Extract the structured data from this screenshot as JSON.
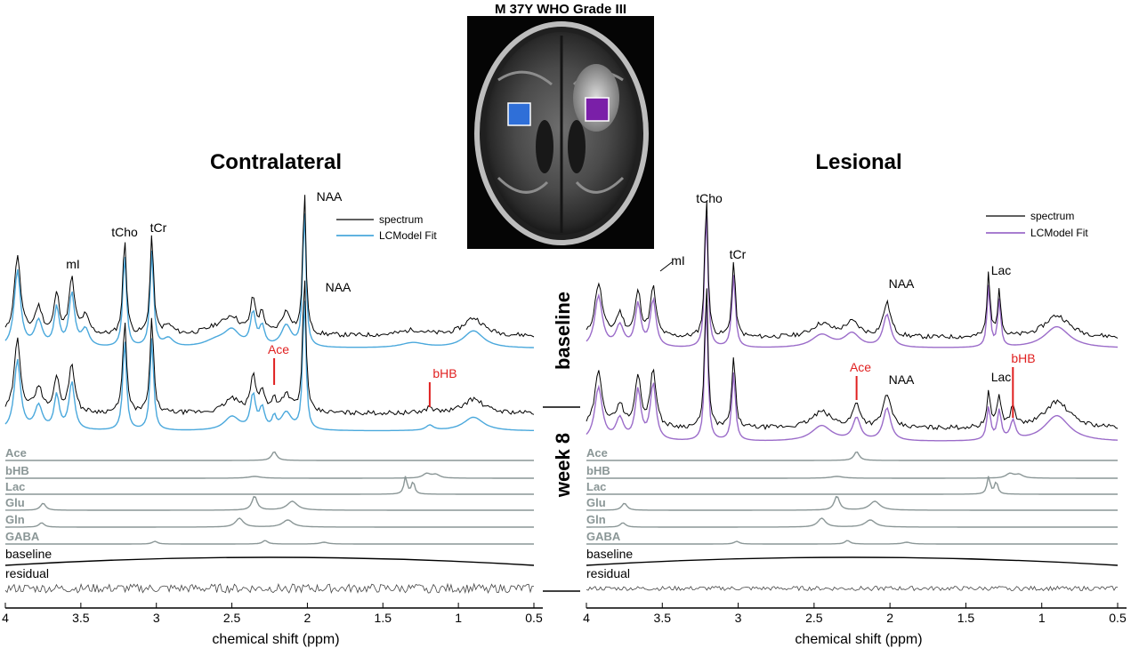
{
  "figure": {
    "mri_title": "M 37Y WHO Grade III",
    "timepoint_labels": [
      "baseline",
      "week 8"
    ],
    "colors": {
      "spectrum": "#000000",
      "contralateral_fit": "#4aa8dc",
      "lesional_fit": "#9b6cc9",
      "annotation": "#e02020",
      "metabolite_trace": "#8a9696",
      "contralateral_voxel": "#2f6fd8",
      "lesional_voxel": "#7a1fa8"
    }
  },
  "chart_data": [
    {
      "type": "line",
      "title": "Contralateral",
      "xlabel": "chemical shift (ppm)",
      "xlim": [
        4,
        0.5
      ],
      "x_reversed": true,
      "xticks": [
        "4",
        "3.5",
        "3",
        "2.5",
        "2",
        "1.5",
        "1",
        "0.5"
      ],
      "legend": {
        "entries": [
          "spectrum",
          "LCModel Fit"
        ],
        "placement": "top-right"
      },
      "series": [
        {
          "name": "spectrum",
          "color": "#000000"
        },
        {
          "name": "LCModel Fit",
          "color": "#4aa8dc"
        }
      ],
      "baseline_peaks_ppm": [
        {
          "label": "mI",
          "ppm": 3.56
        },
        {
          "label": "tCho",
          "ppm": 3.2
        },
        {
          "label": "tCr",
          "ppm": 3.03
        },
        {
          "label": "NAA",
          "ppm": 2.01
        }
      ],
      "week8_peaks_ppm": [
        {
          "label": "NAA",
          "ppm": 2.01
        },
        {
          "label": "Ace",
          "ppm": 2.22,
          "highlight": true
        },
        {
          "label": "bHB",
          "ppm": 1.19,
          "highlight": true
        }
      ],
      "components": [
        "Ace",
        "bHB",
        "Lac",
        "Glu",
        "Gln",
        "GABA",
        "baseline",
        "residual"
      ]
    },
    {
      "type": "line",
      "title": "Lesional",
      "xlabel": "chemical shift (ppm)",
      "xlim": [
        4,
        0.5
      ],
      "x_reversed": true,
      "xticks": [
        "4",
        "3.5",
        "3",
        "2.5",
        "2",
        "1.5",
        "1",
        "0.5"
      ],
      "legend": {
        "entries": [
          "spectrum",
          "LCModel Fit"
        ],
        "placement": "top-right"
      },
      "series": [
        {
          "name": "spectrum",
          "color": "#000000"
        },
        {
          "name": "LCModel Fit",
          "color": "#9b6cc9"
        }
      ],
      "baseline_peaks_ppm": [
        {
          "label": "mI",
          "ppm": 3.56
        },
        {
          "label": "tCho",
          "ppm": 3.2
        },
        {
          "label": "tCr",
          "ppm": 3.03
        },
        {
          "label": "NAA",
          "ppm": 2.01
        },
        {
          "label": "Lac",
          "ppm": 1.33
        }
      ],
      "week8_peaks_ppm": [
        {
          "label": "NAA",
          "ppm": 2.01
        },
        {
          "label": "Ace",
          "ppm": 2.22,
          "highlight": true
        },
        {
          "label": "Lac",
          "ppm": 1.33
        },
        {
          "label": "bHB",
          "ppm": 1.19,
          "highlight": true
        }
      ],
      "components": [
        "Ace",
        "bHB",
        "Lac",
        "Glu",
        "Gln",
        "GABA",
        "baseline",
        "residual"
      ]
    }
  ]
}
